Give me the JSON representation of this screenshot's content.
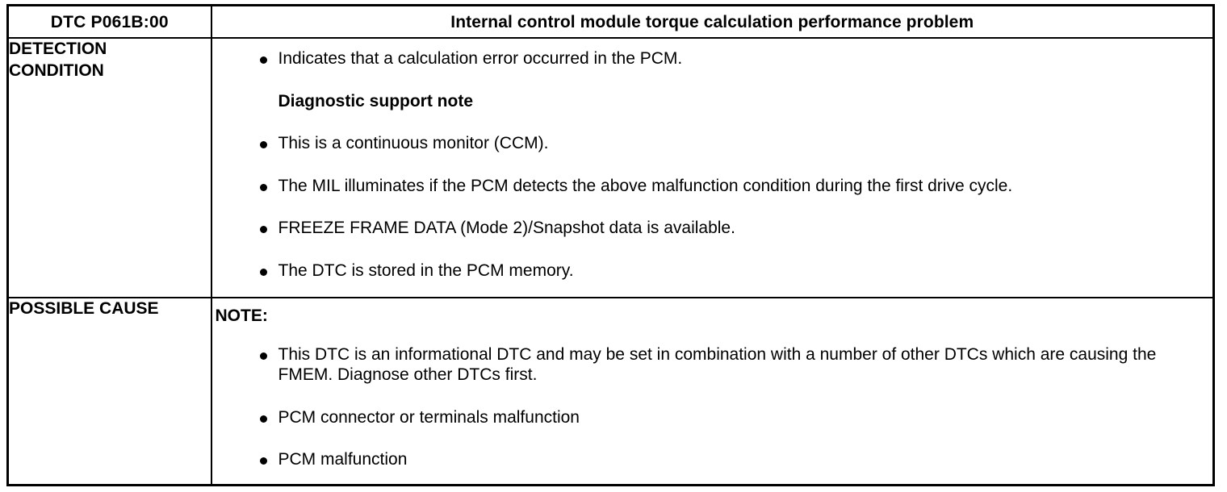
{
  "document": {
    "type": "dtc-diagnostic-table"
  },
  "table": {
    "header": {
      "code": "DTC P061B:00",
      "title": "Internal control module torque calculation performance problem"
    },
    "rows": [
      {
        "label_lines": [
          "DETECTION",
          "CONDITION"
        ],
        "items": [
          {
            "kind": "bullet",
            "text": "Indicates that a calculation error occurred in the PCM."
          },
          {
            "kind": "heading",
            "text": "Diagnostic support note"
          },
          {
            "kind": "bullet",
            "text": "This is a continuous monitor (CCM)."
          },
          {
            "kind": "bullet",
            "text": "The MIL illuminates if the PCM detects the above malfunction condition during the first drive cycle."
          },
          {
            "kind": "bullet",
            "text": "FREEZE FRAME DATA (Mode 2)/Snapshot data is available."
          },
          {
            "kind": "bullet",
            "text": "The DTC is stored in the PCM memory."
          }
        ]
      },
      {
        "label_lines": [
          "POSSIBLE CAUSE"
        ],
        "note_label": "NOTE:",
        "items": [
          {
            "kind": "bullet",
            "text": "This DTC is an informational DTC and may be set in combination with a number of other DTCs which are causing the FMEM. Diagnose other DTCs first."
          },
          {
            "kind": "bullet",
            "text": "PCM connector or terminals malfunction"
          },
          {
            "kind": "bullet",
            "text": "PCM malfunction"
          }
        ]
      }
    ]
  },
  "colors": {
    "border": "#000000",
    "text": "#000000",
    "background": "#ffffff"
  }
}
